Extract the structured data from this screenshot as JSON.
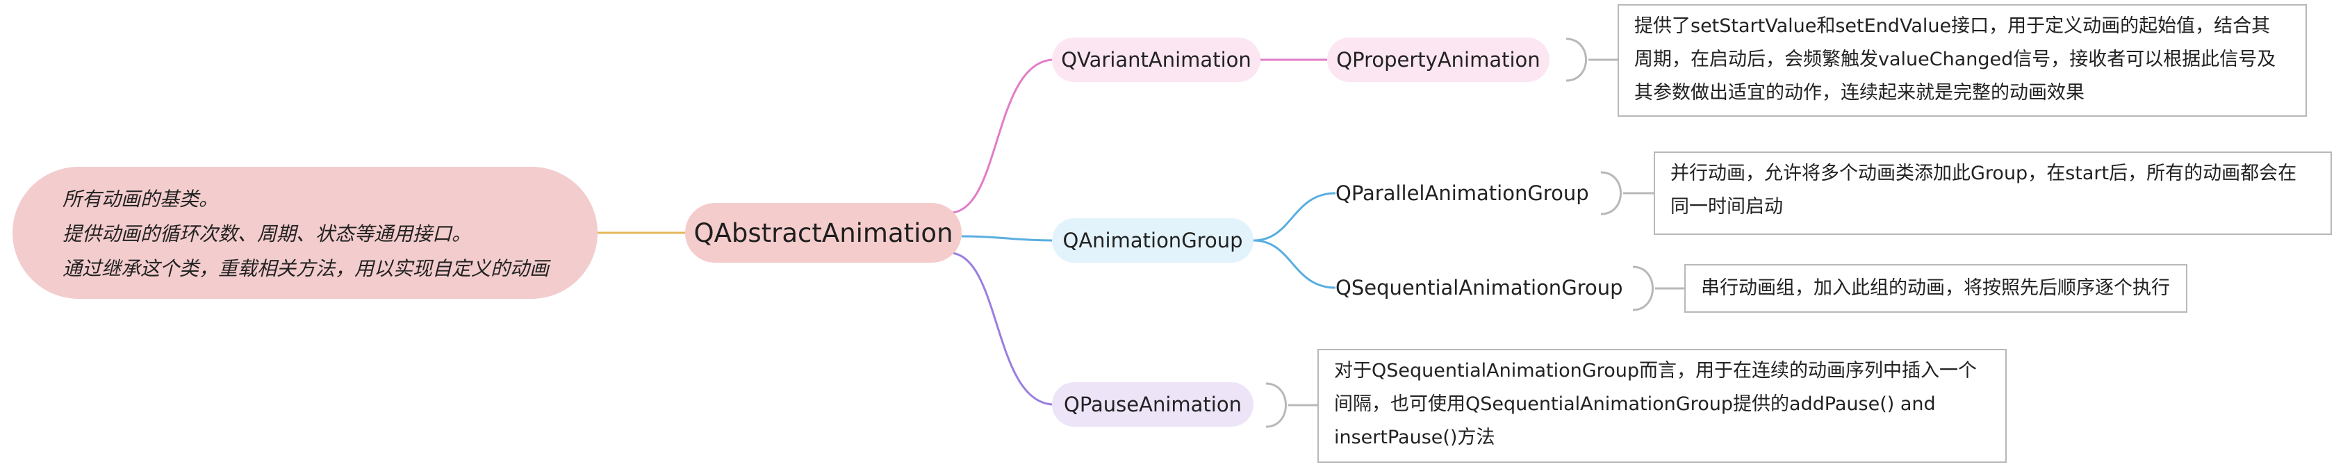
{
  "mindmap": {
    "root": {
      "label": "QAbstractAnimation"
    },
    "root_note": {
      "lines": [
        "所有动画的基类。",
        "提供动画的循环次数、周期、状态等通用接口。",
        "通过继承这个类，重载相关方法，用以实现自定义的动画"
      ]
    },
    "branches": {
      "variant": {
        "label": "QVariantAnimation"
      },
      "property": {
        "label": "QPropertyAnimation",
        "note_lines": [
          "提供了setStartValue和setEndValue接口，用于定义动画的起始值，结合其",
          "周期，在启动后，会频繁触发valueChanged信号，接收者可以根据此信号及",
          "其参数做出适宜的动作，连续起来就是完整的动画效果"
        ]
      },
      "group": {
        "label": "QAnimationGroup"
      },
      "parallel": {
        "label": "QParallelAnimationGroup",
        "note_lines": [
          "并行动画，允许将多个动画类添加此Group，在start后，所有的动画都会在",
          "同一时间启动"
        ]
      },
      "sequential": {
        "label": "QSequentialAnimationGroup",
        "note_lines": [
          "串行动画组，加入此组的动画，将按照先后顺序逐个执行"
        ]
      },
      "pause": {
        "label": "QPauseAnimation",
        "note_lines": [
          "对于QSequentialAnimationGroup而言，用于在连续的动画序列中插入一个",
          "间隔，也可使用QSequentialAnimationGroup提供的addPause() and",
          "insertPause()方法"
        ]
      }
    },
    "colors": {
      "root_fill": "#f4cccc",
      "root_connector": "#e5b559",
      "variant_branch": "#e27cc7",
      "group_branch": "#5aaee0",
      "pause_branch": "#9b7ee0",
      "note_bracket": "#b8b8b8"
    }
  }
}
